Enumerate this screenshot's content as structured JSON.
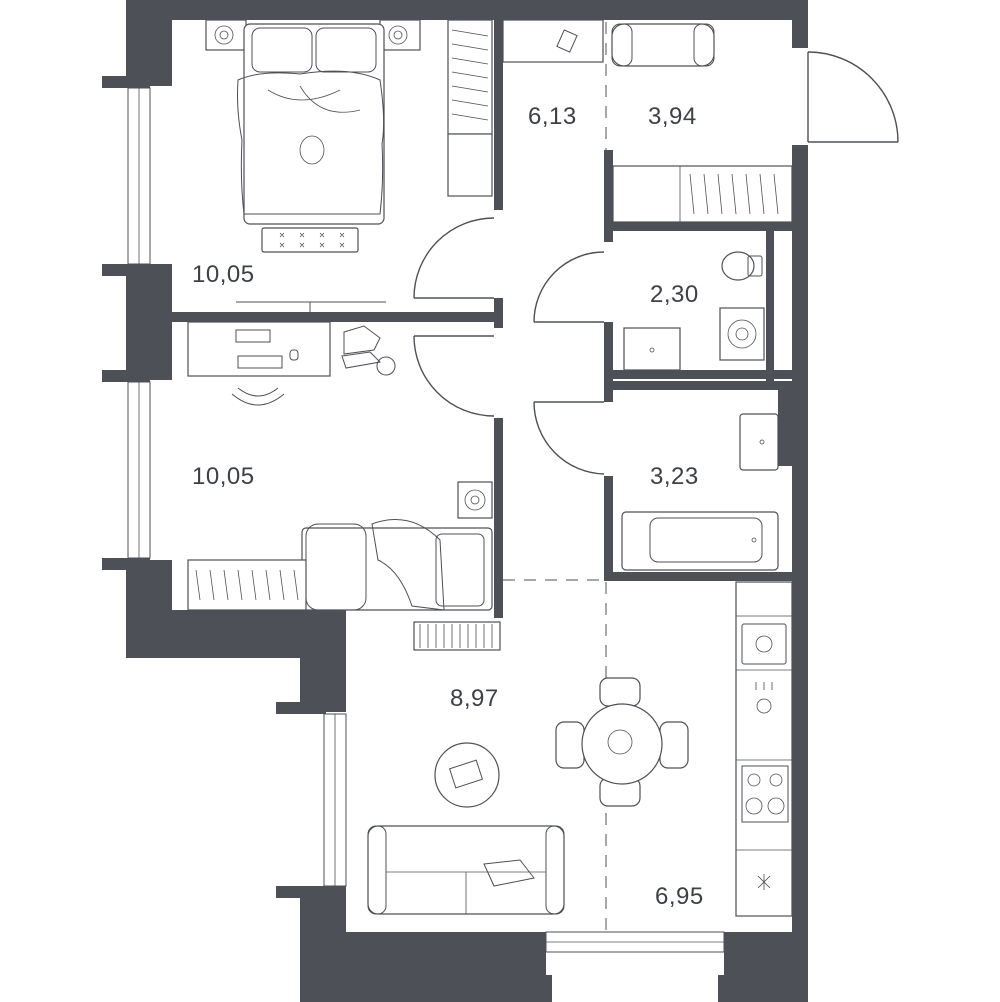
{
  "plan": {
    "colors": {
      "wall": "#4d5057",
      "background": "#ffffff",
      "text": "#3d4047"
    },
    "rooms": [
      {
        "id": "bedroom-1",
        "area": "10,05"
      },
      {
        "id": "bedroom-2",
        "area": "10,05"
      },
      {
        "id": "corridor",
        "area": "6,13"
      },
      {
        "id": "hall",
        "area": "3,94"
      },
      {
        "id": "wc",
        "area": "2,30"
      },
      {
        "id": "bathroom",
        "area": "3,23"
      },
      {
        "id": "living",
        "area": "8,97"
      },
      {
        "id": "kitchen",
        "area": "6,95"
      }
    ]
  }
}
